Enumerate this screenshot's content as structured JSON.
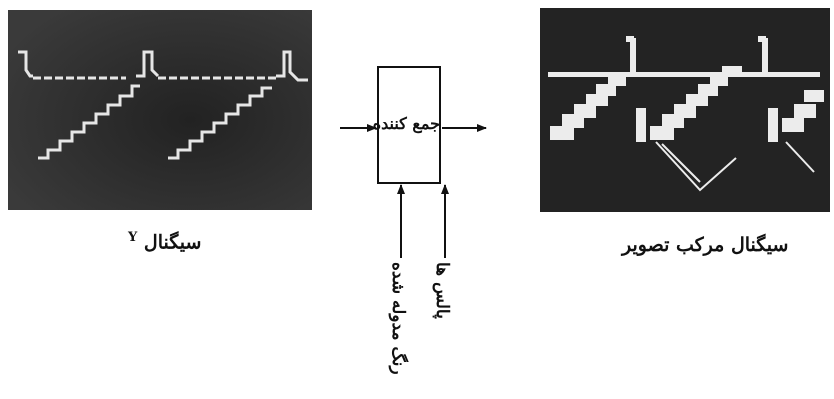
{
  "left_scope": {
    "caption_text": "سیگنال",
    "caption_sup": "Y"
  },
  "right_scope": {
    "caption": "سیگنال مرکب تصویر"
  },
  "adder": {
    "label": "جمع کننده"
  },
  "inputs": {
    "color_input_label": "رنگ مدوله شده",
    "pulses_input_label": "پالس ها"
  },
  "colors": {
    "scope_background": "#2b2b2b",
    "trace": "#e6e6e6",
    "line": "#111111"
  }
}
